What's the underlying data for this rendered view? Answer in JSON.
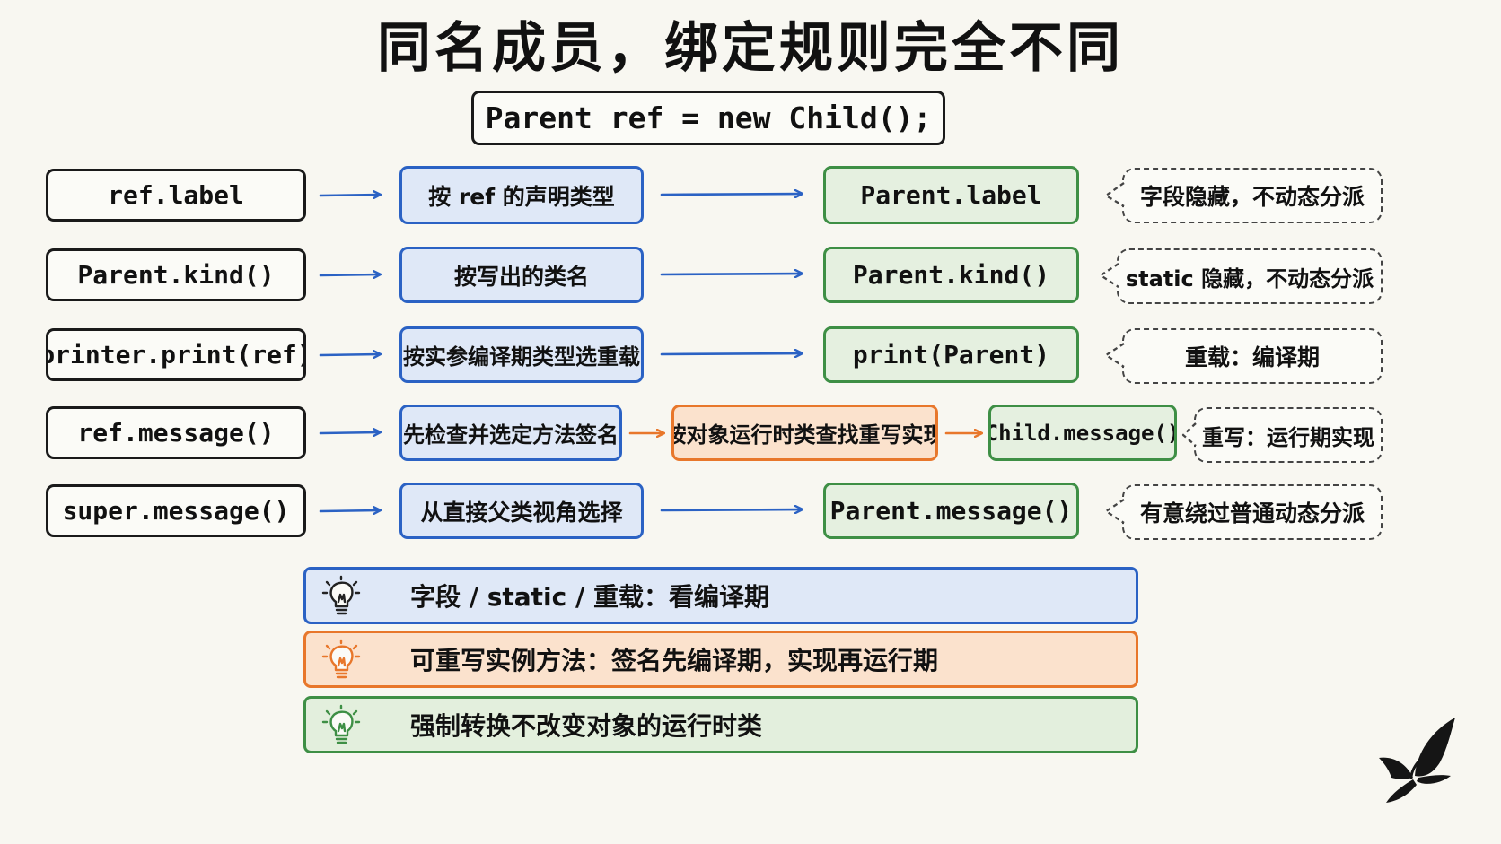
{
  "title": "同名成员，绑定规则完全不同",
  "declaration": "Parent ref = new Child();",
  "rows": [
    {
      "expression": "ref.label",
      "rule": "按 ref 的声明类型",
      "result": "Parent.label",
      "note": "字段隐藏，不动态分派"
    },
    {
      "expression": "Parent.kind()",
      "rule": "按写出的类名",
      "result": "Parent.kind()",
      "note": "static 隐藏，不动态分派"
    },
    {
      "expression": "printer.print(ref)",
      "rule": "按实参编译期类型选重载",
      "result": "print(Parent)",
      "note": "重载：编译期"
    },
    {
      "expression": "ref.message()",
      "rule": "先检查并选定方法签名",
      "rule2": "按对象运行时类查找重写实现",
      "result": "Child.message()",
      "note": "重写：运行期实现"
    },
    {
      "expression": "super.message()",
      "rule": "从直接父类视角选择",
      "result": "Parent.message()",
      "note": "有意绕过普通动态分派"
    }
  ],
  "summaries": [
    {
      "icon": "lightbulb-icon",
      "text": "字段 / static / 重载：看编译期",
      "color": "#2b62c4"
    },
    {
      "icon": "lightbulb-icon",
      "text": "可重写实例方法：签名先编译期，实现再运行期",
      "color": "#e8772b"
    },
    {
      "icon": "lightbulb-icon",
      "text": "强制转换不改变对象的运行时类",
      "color": "#3e8f45"
    }
  ],
  "colors": {
    "blue": "#2b62c4",
    "orange": "#e8772b",
    "green": "#3e8f45",
    "ink": "#1a1a1a"
  },
  "logo": "butterfly-logo"
}
